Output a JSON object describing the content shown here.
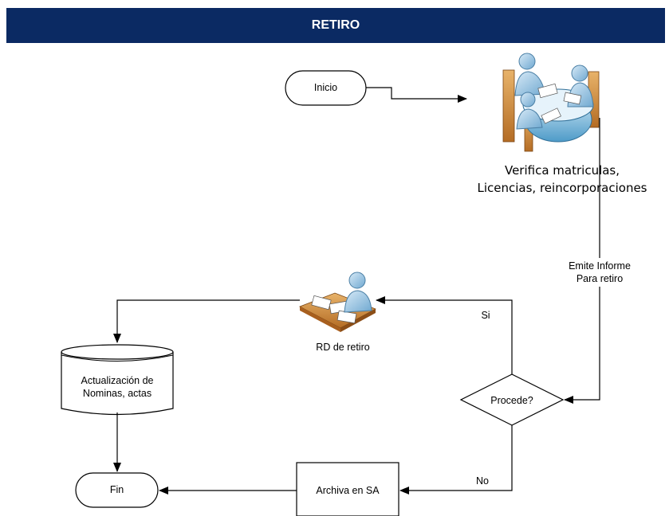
{
  "header": {
    "title": "RETIRO"
  },
  "nodes": {
    "start": "Inicio",
    "verify_line1": "Verifica matriculas,",
    "verify_line2": "Licencias, reincorporaciones",
    "rd": "RD de retiro",
    "decision": "Procede?",
    "db_line1": "Actualización de",
    "db_line2": "Nominas, actas",
    "archive": "Archiva en SA",
    "end": "Fin"
  },
  "edges": {
    "report_line1": "Emite Informe",
    "report_line2": "Para retiro",
    "yes": "Si",
    "no": "No"
  },
  "colors": {
    "header_bg": "#0b2a63",
    "header_text": "#ffffff"
  }
}
